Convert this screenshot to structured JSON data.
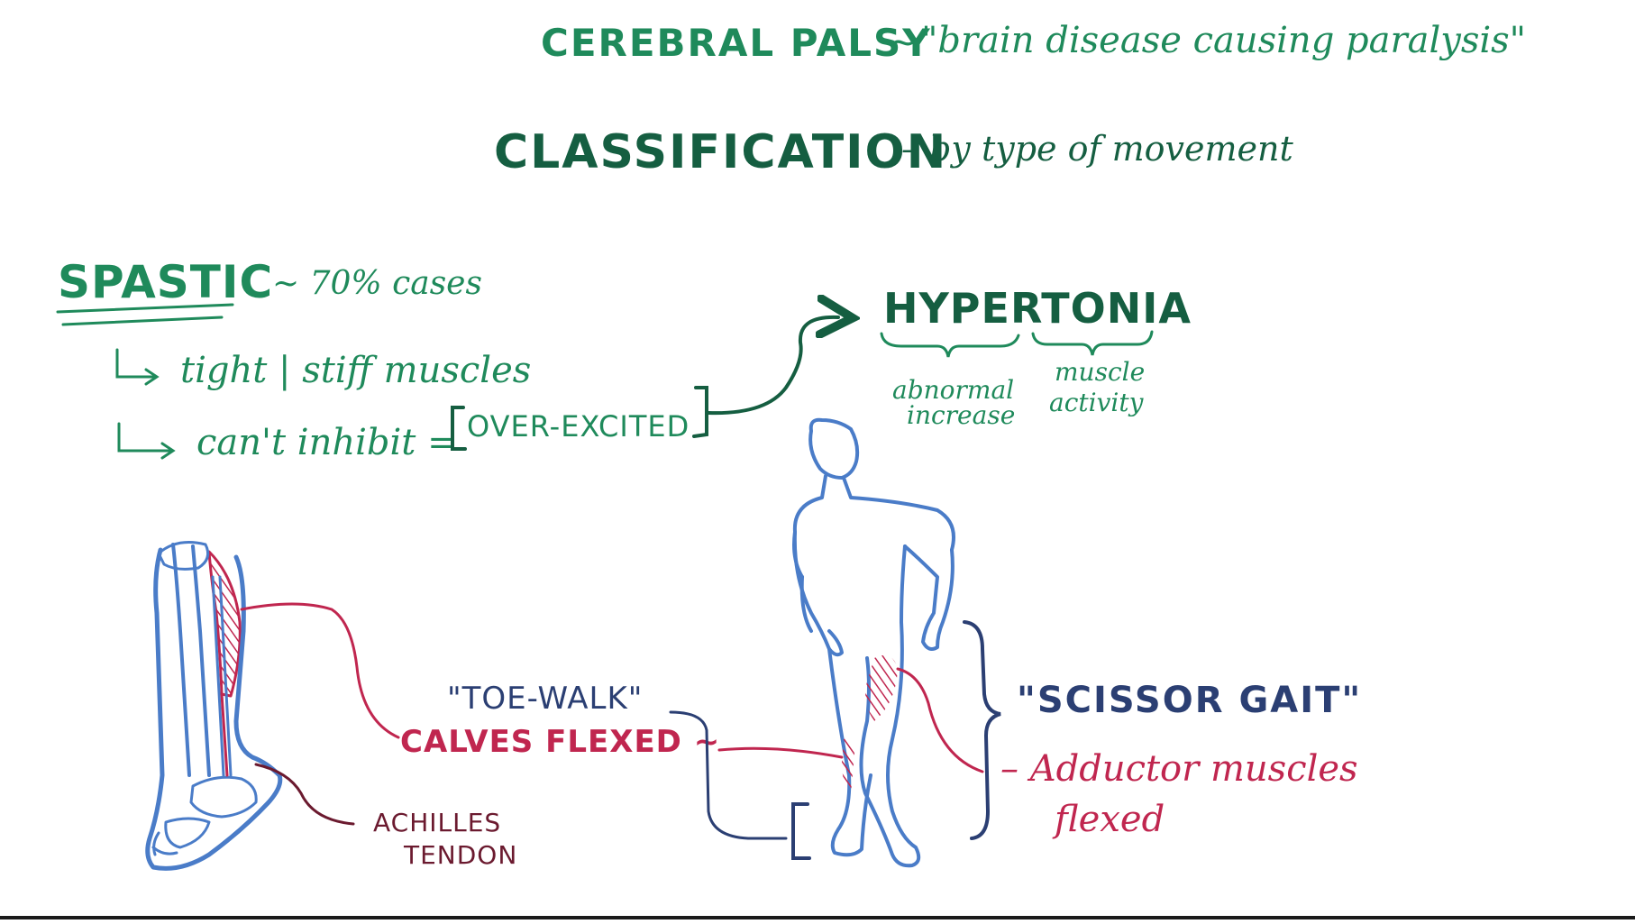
{
  "colors": {
    "green": "#1f8a5b",
    "dark_green": "#155e41",
    "blue": "#4a7cc8",
    "navy": "#2b3f73",
    "crimson": "#c0264f",
    "maroon": "#6b1a2f",
    "background": "#ffffff"
  },
  "header": {
    "title": "CEREBRAL PALSY",
    "tilde": "~",
    "definition": "\"brain disease causing paralysis\""
  },
  "classification": {
    "heading": "CLASSIFICATION",
    "subtitle": "– by type of movement"
  },
  "spastic": {
    "label": "SPASTIC",
    "stat": "~ 70% cases",
    "points": [
      "tight | stiff muscles",
      "can't inhibit ="
    ],
    "bracket_text": "OVER-EXCITED"
  },
  "hypertonia": {
    "label": "HYPERTONIA",
    "part1": [
      "abnormal",
      "increase"
    ],
    "part2": [
      "muscle",
      "activity"
    ]
  },
  "leg_labels": {
    "toe_walk": "\"TOE-WALK\"",
    "calves": "CALVES FLEXED ~",
    "achilles": [
      "ACHILLES",
      "TENDON"
    ]
  },
  "gait_labels": {
    "scissor": "\"SCISSOR GAIT\"",
    "adductor": [
      "– Adductor muscles",
      "flexed"
    ]
  },
  "icons": [
    "leg-bones-illustration",
    "standing-figure-illustration",
    "curved-arrow",
    "brace"
  ]
}
